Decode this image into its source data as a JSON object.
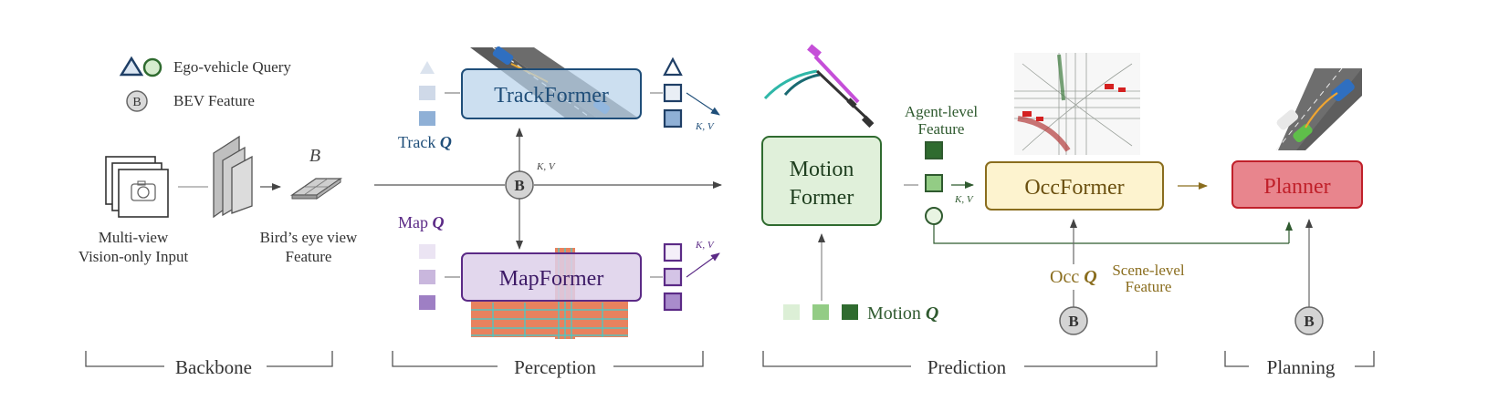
{
  "legend": {
    "ego_query": "Ego-vehicle Query",
    "bev_feature": "BEV Feature",
    "bev_symbol": "B"
  },
  "backbone": {
    "input_label_1": "Multi-view",
    "input_label_2": "Vision-only Input",
    "bev_letter": "B",
    "bev_label_1": "Bird’s eye view",
    "bev_label_2": "Feature"
  },
  "perception": {
    "track_former": "TrackFormer",
    "map_former": "MapFormer",
    "track_q_text": "Track ",
    "map_q_text": "Map ",
    "q_symbol": "Q",
    "kv": "K, V",
    "bev_symbol": "B"
  },
  "prediction": {
    "motion_former_1": "Motion",
    "motion_former_2": "Former",
    "occ_former": "OccFormer",
    "agent_level_1": "Agent-level",
    "agent_level_2": "Feature",
    "motion_q_text": "Motion ",
    "occ_q_text": "Occ ",
    "q_symbol": "Q",
    "scene_level_1": "Scene-level",
    "scene_level_2": "Feature",
    "kv": "K, V",
    "bev_symbol": "B"
  },
  "planning": {
    "planner": "Planner",
    "bev_symbol": "B"
  },
  "stages": {
    "backbone": "Backbone",
    "perception": "Perception",
    "prediction": "Prediction",
    "planning": "Planning"
  },
  "colors": {
    "track_blue": "#1f4e79",
    "track_fill": "#b9d3ea",
    "map_purple": "#5b2a86",
    "map_fill": "#ddd0ea",
    "motion_green": "#2f6b2f",
    "motion_fill": "#e0f0da",
    "occ_brown": "#8a6d1e",
    "occ_fill": "#fdf3cf",
    "planner_red": "#c0202a",
    "planner_fill": "#e8858d"
  }
}
